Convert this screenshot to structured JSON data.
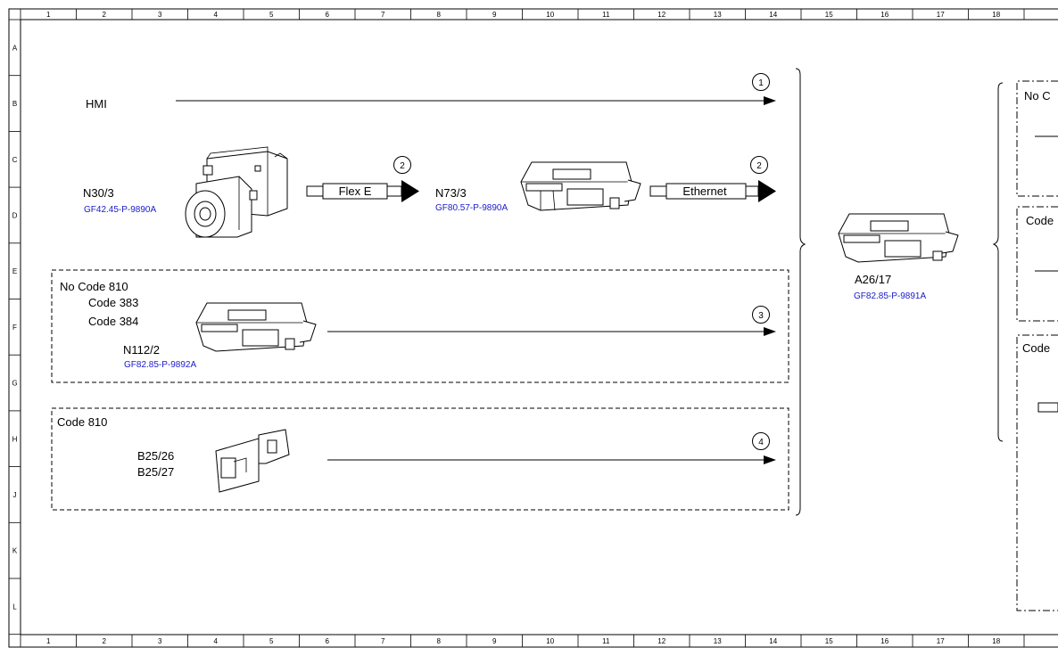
{
  "border": {
    "columns": [
      "1",
      "2",
      "3",
      "4",
      "5",
      "6",
      "7",
      "8",
      "9",
      "10",
      "11",
      "12",
      "13",
      "14",
      "15",
      "16",
      "17",
      "18"
    ],
    "rows": [
      "A",
      "B",
      "C",
      "D",
      "E",
      "F",
      "G",
      "H",
      "J",
      "K",
      "L"
    ]
  },
  "hmi": {
    "label": "HMI",
    "marker": "1"
  },
  "n30": {
    "label": "N30/3",
    "ref": "GF42.45-P-9890A",
    "connector": "Flex E",
    "marker": "2"
  },
  "n73": {
    "label": "N73/3",
    "ref": "GF80.57-P-9890A",
    "connector": "Ethernet",
    "marker": "2"
  },
  "a26": {
    "label": "A26/17",
    "ref": "GF82.85-P-9891A"
  },
  "group3": {
    "line1": "No Code 810",
    "line2": "Code 383",
    "line3": "Code 384",
    "label": "N112/2",
    "ref": "GF82.85-P-9892A",
    "marker": "3"
  },
  "group4": {
    "line1": "Code 810",
    "label1": "B25/26",
    "label2": "B25/27",
    "marker": "4"
  },
  "right_boxes": [
    {
      "text": "No C"
    },
    {
      "text": "Code"
    },
    {
      "text": "Code"
    }
  ]
}
